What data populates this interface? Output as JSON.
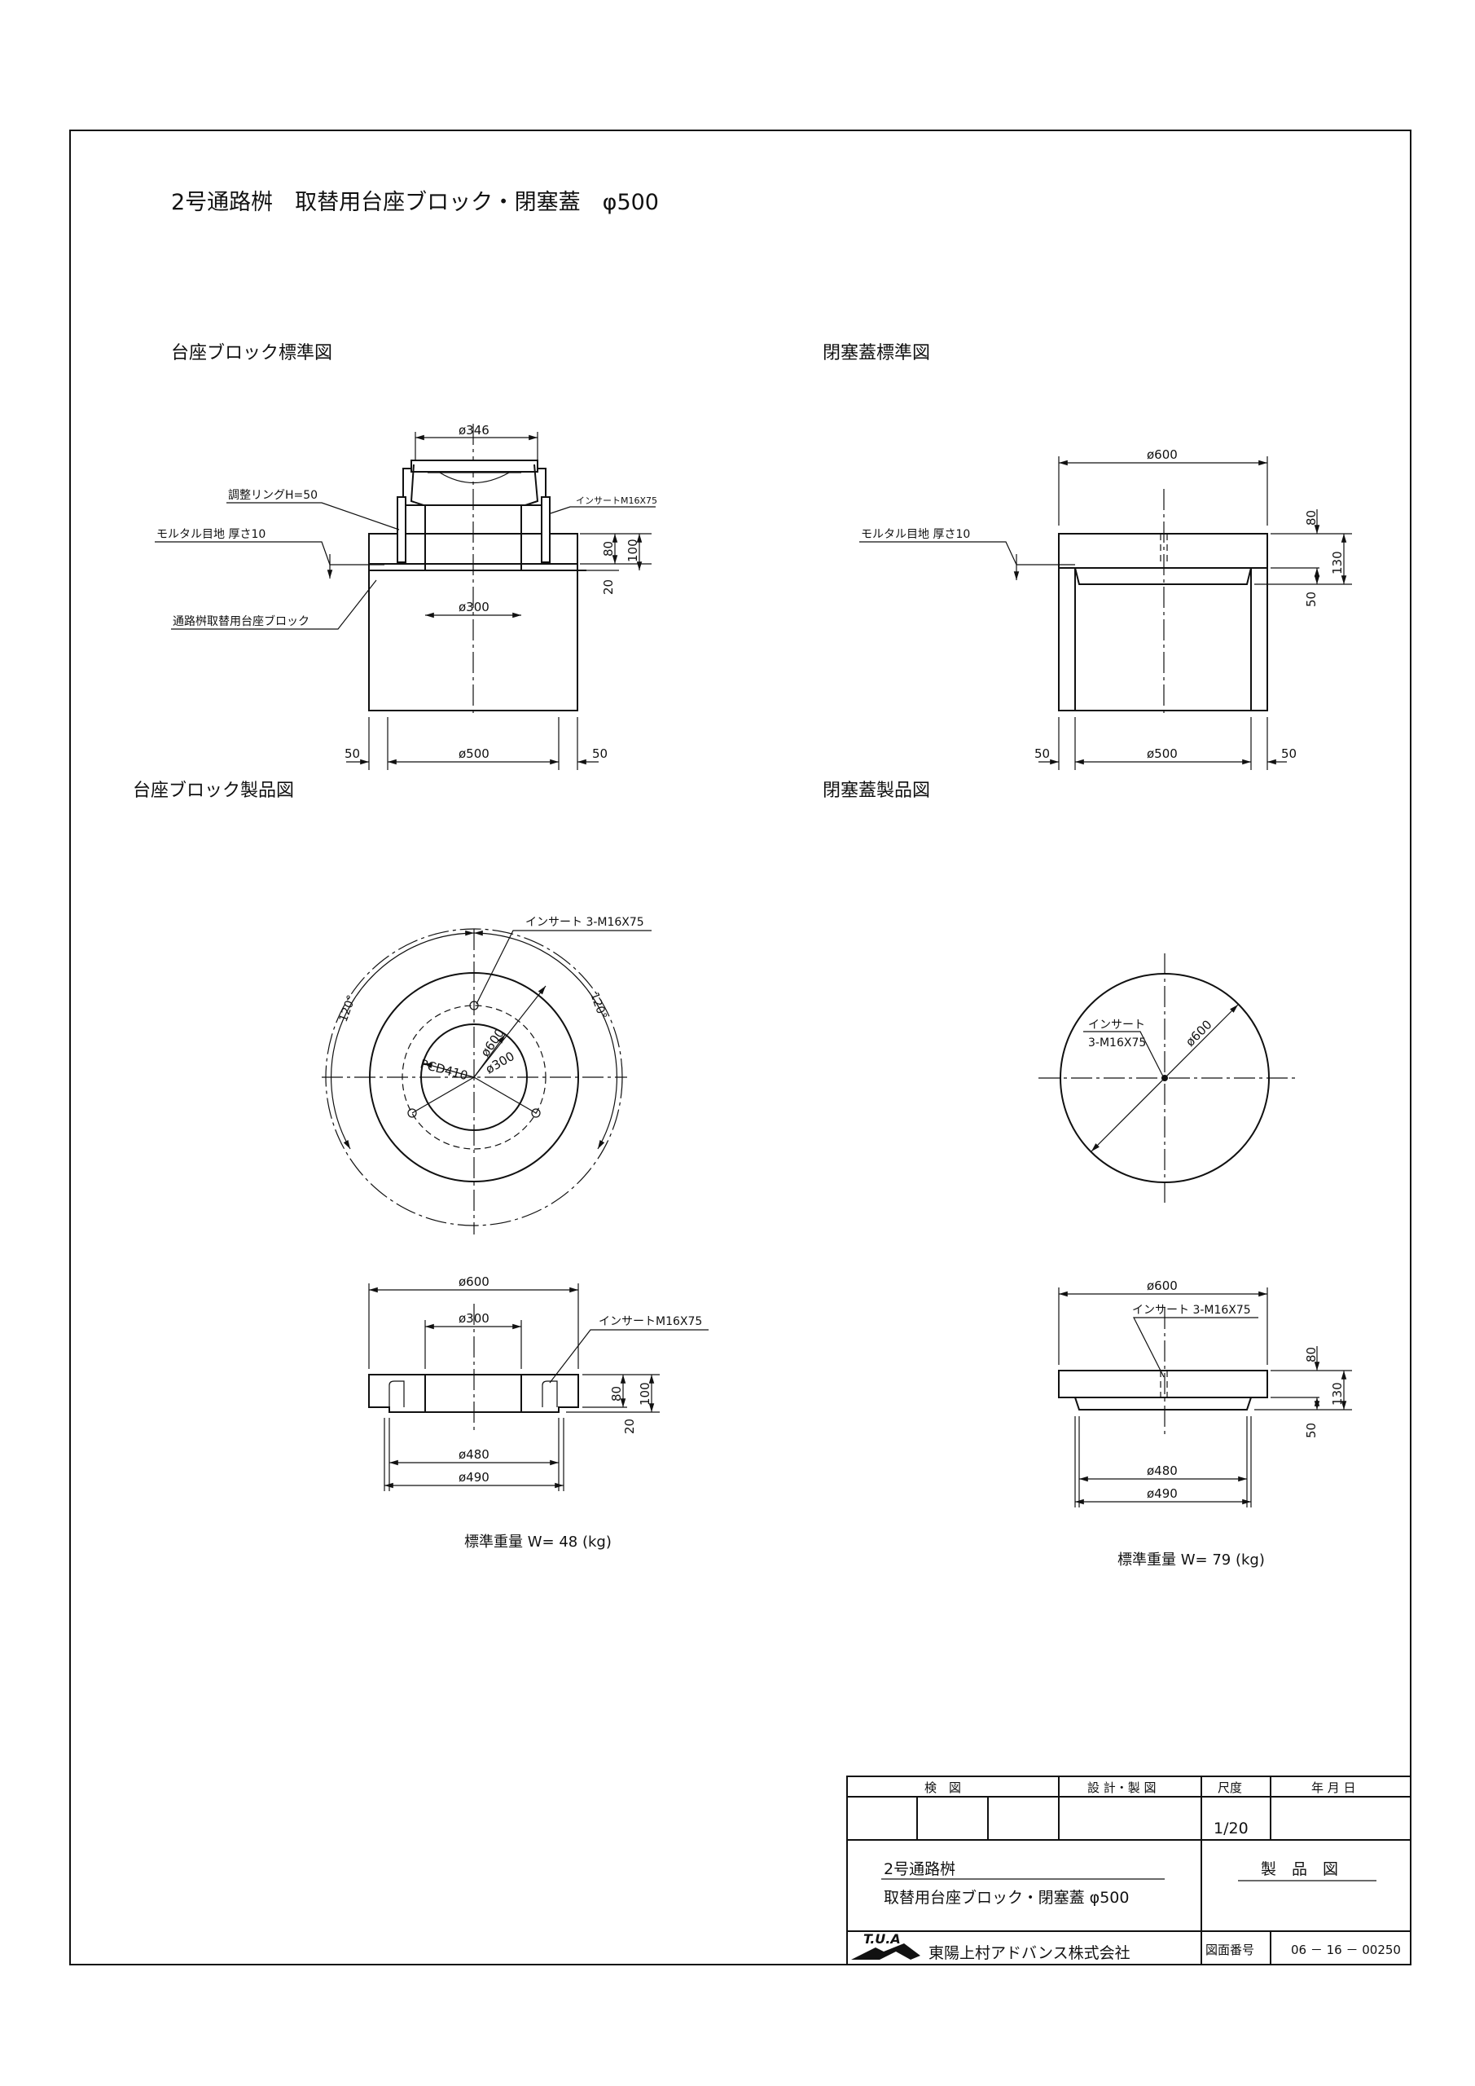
{
  "title": "2号通路桝　取替用台座ブロック・閉塞蓋　φ500",
  "sections": {
    "base_std": "台座ブロック標準図",
    "cover_std": "閉塞蓋標準図",
    "base_prod": "台座ブロック製品図",
    "cover_prod": "閉塞蓋製品図"
  },
  "base_std": {
    "d_top": "ø346",
    "d_inner": "ø300",
    "d_bottom": "ø500",
    "side_l": "50",
    "side_r": "50",
    "h80": "80",
    "h100": "100",
    "h20": "20",
    "label_ring": "調整リングH=50",
    "label_mortar": "モルタル目地 厚さ10",
    "label_block": "通路桝取替用台座ブロック",
    "label_insert": "インサートM16X75"
  },
  "cover_std": {
    "d_top": "ø600",
    "d_bottom": "ø500",
    "side_l": "50",
    "side_r": "50",
    "h80": "80",
    "h130": "130",
    "h50": "50",
    "label_mortar": "モルタル目地 厚さ10"
  },
  "base_plan": {
    "label_insert": "インサート 3-M16X75",
    "angle_l": "120°",
    "angle_r": "120°",
    "pcd": "PCD410",
    "d600": "ø600",
    "d300": "ø300"
  },
  "cover_plan": {
    "label_insert_1": "インサート",
    "label_insert_2": "3-M16X75",
    "d600": "ø600"
  },
  "base_sec": {
    "d600": "ø600",
    "d300": "ø300",
    "d480": "ø480",
    "d490": "ø490",
    "h80": "80",
    "h100": "100",
    "h20": "20",
    "label_insert": "インサートM16X75",
    "weight": "標準重量 W= 48 (kg)"
  },
  "cover_sec": {
    "d600": "ø600",
    "d480": "ø480",
    "d490": "ø490",
    "h80": "80",
    "h130": "130",
    "h50": "50",
    "label_insert": "インサート 3-M16X75",
    "weight": "標準重量 W= 79 (kg)"
  },
  "titleblock": {
    "h_check": "検　図",
    "h_design": "設 計・製 図",
    "h_scale": "尺度",
    "h_date": "年 月 日",
    "scale": "1/20",
    "name_1": "2号通路桝",
    "name_2": "取替用台座ブロック・閉塞蓋 φ500",
    "kind": "製　品　図",
    "logo": "T.U.A",
    "company": "東陽上村アドバンス株式会社",
    "dwg_label": "図面番号",
    "dwg_no": "06 － 16 － 00250"
  }
}
